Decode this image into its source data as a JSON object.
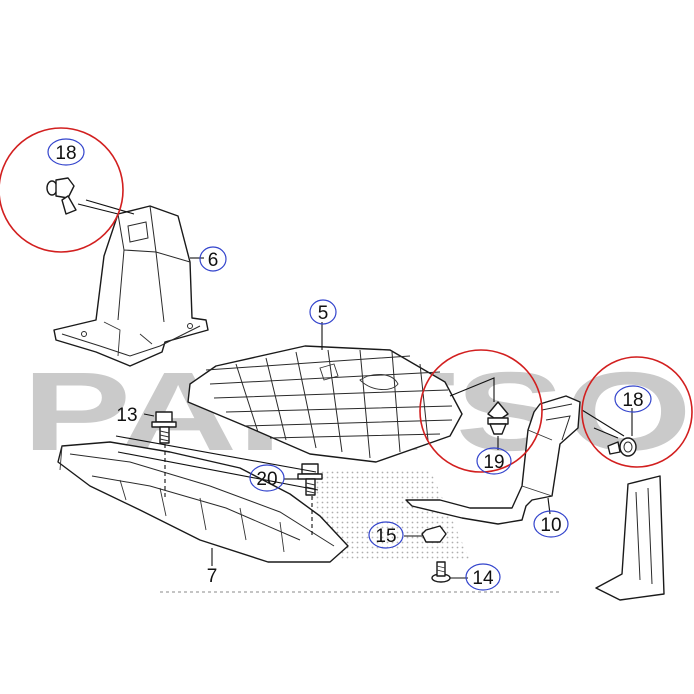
{
  "watermark": {
    "text": "PARTSO",
    "color": "#c8c8c8"
  },
  "highlight_color": "#d21f1f",
  "callout_ring_color": "#3344cc",
  "callouts": {
    "c18a": "18",
    "c6": "6",
    "c5": "5",
    "c13": "13",
    "c19": "19",
    "c18b": "18",
    "c20": "20",
    "c10": "10",
    "c15": "15",
    "c14": "14",
    "c7": "7"
  }
}
